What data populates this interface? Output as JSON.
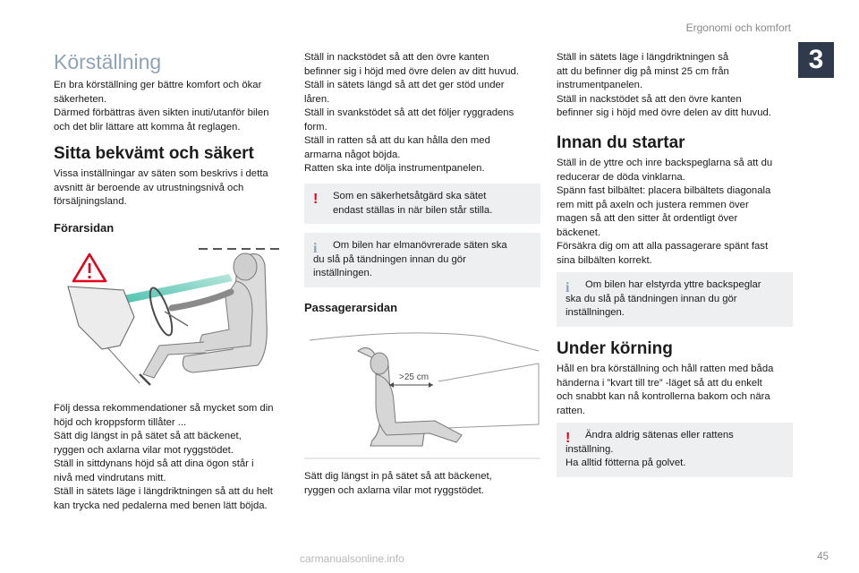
{
  "header": {
    "chapter_title": "Ergonomi och komfort",
    "chapter_number": "3"
  },
  "col1": {
    "title": "Körställning",
    "intro": "En bra körställning ger bättre komfort och ökar\nsäkerheten.\nDärmed förbättras även sikten inuti/utanför bilen\noch det blir lättare att komma åt reglagen.",
    "section_title": "Sitta bekvämt och säkert",
    "section_text": "Vissa inställningar av säten som beskrivs i detta\navsnitt är beroende av utrustningsnivå och\nförsäljningsland.",
    "subsection_title": "Förarsidan",
    "driver_text": "Följ dessa rekommendationer så mycket som din\nhöjd och kroppsform tillåter ...\nSätt dig längst in på sätet så att bäckenet,\nryggen och axlarna vilar mot ryggstödet.\nStäll in sittdynans höjd så att dina ögon står i\nnivå med vindrutans mitt.\nStäll in sätets läge i längdriktningen så att du helt\nkan trycka ned pedalerna med benen lätt böjda."
  },
  "col2": {
    "text_top": "Ställ in nackstödet så att den övre kanten\nbefinner sig i höjd med övre delen av ditt huvud.\nStäll in sätets längd så att det ger stöd under\nlåren.\nStäll in svankstödet så att det följer ryggradens\nform.\nStäll in ratten så att du kan hålla den med\narmarna något böjda.\nRatten ska inte dölja instrumentpanelen.",
    "warning_note": "Som en säkerhetsåtgärd ska sätet\nendast ställas in när bilen står stilla.",
    "info_note": "Om bilen har elmanövrerade säten ska\ndu slå på tändningen innan du gör\ninställningen.",
    "subsection_title": "Passagerarsidan",
    "figure_label": ">25 cm",
    "passenger_text": "Sätt dig längst in på sätet så att bäckenet,\nryggen och axlarna vilar mot ryggstödet."
  },
  "col3": {
    "text_top": "Ställ in sätets läge i längdriktningen så\natt du befinner dig på minst 25 cm från\ninstrumentpanelen.\nStäll in nackstödet så att den övre kanten\nbefinner sig i höjd med övre delen av ditt huvud.",
    "section1_title": "Innan du startar",
    "section1_text": "Ställ in de yttre och inre backspeglarna så att du\nreducerar de döda vinklarna.\nSpänn fast bilbältet: placera bilbältets diagonala\nrem mitt på axeln och justera remmen över\nmagen så att den sitter åt ordentligt över\nbäckenet.\nFörsäkra dig om att alla passagerare spänt fast\nsina bilbälten korrekt.",
    "info_note": "Om bilen har elstyrda yttre backspeglar\nska du slå på tändningen innan du gör\ninställningen.",
    "section2_title": "Under körning",
    "section2_text": "Håll en bra körställning och håll ratten med båda\nhänderna i ”kvart till tre” -läget så att du enkelt\noch snabbt kan nå kontrollerna bakom och nära\nratten.",
    "warning_note": "Ändra aldrig sätenas eller rattens\ninställning.\nHa alltid fötterna på golvet."
  },
  "footer": {
    "url": "carmanualsonline.info",
    "page_number": "45"
  },
  "colors": {
    "accent": "#8fa3b7",
    "warning": "#e2001a",
    "badge": "#2f3b4c",
    "note_bg": "#eeeff1",
    "beam": "#4fc3b0"
  },
  "icons": {
    "warning": "exclamation-icon",
    "info": "info-icon",
    "warning_triangle": "warning-triangle-icon"
  }
}
